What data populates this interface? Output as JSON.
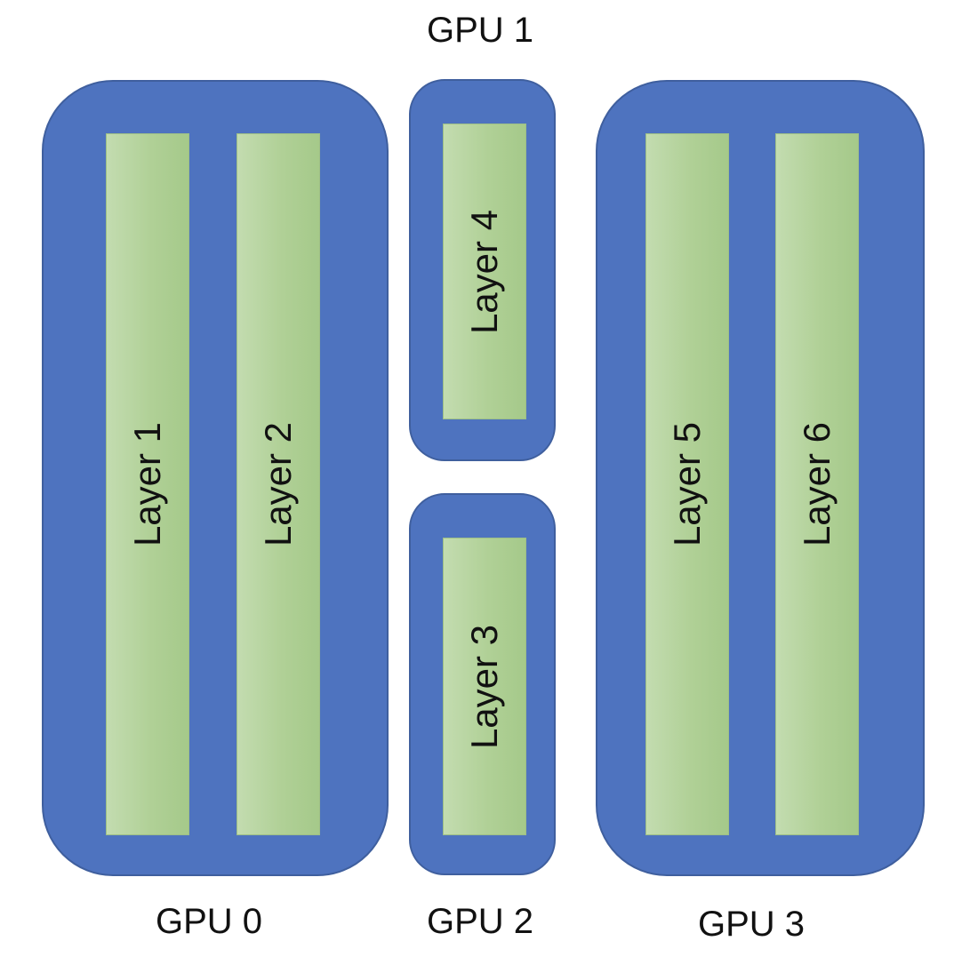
{
  "colors": {
    "gpu_fill": "#4e73bf",
    "layer_fill": "#b0d096",
    "text": "#111111",
    "background": "#ffffff"
  },
  "gpus": [
    {
      "label": "GPU 0",
      "layers": [
        "Layer 1",
        "Layer 2"
      ]
    },
    {
      "label": "GPU 1",
      "layers": [
        "Layer 4"
      ]
    },
    {
      "label": "GPU 2",
      "layers": [
        "Layer 3"
      ]
    },
    {
      "label": "GPU 3",
      "layers": [
        "Layer 5",
        "Layer 6"
      ]
    }
  ]
}
